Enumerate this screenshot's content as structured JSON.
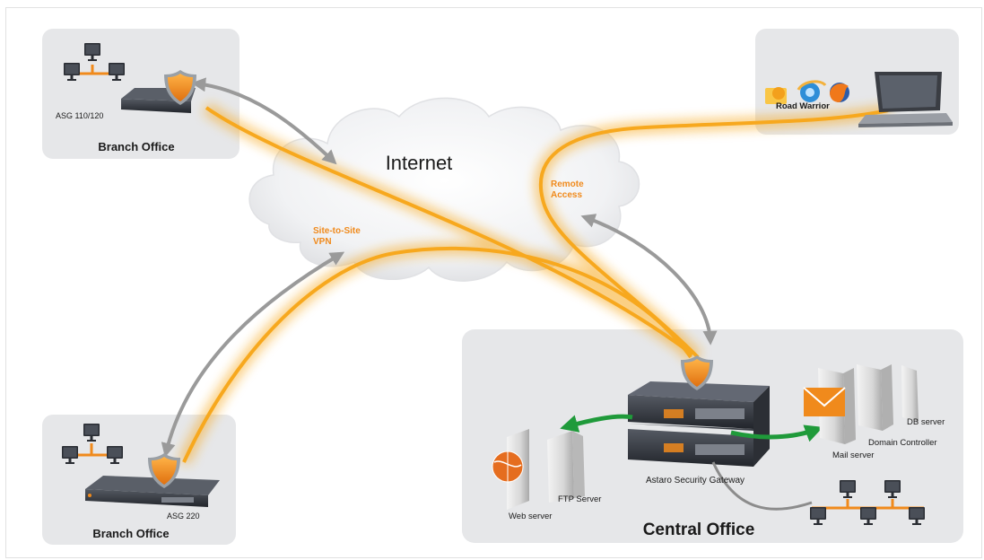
{
  "cloud": {
    "label": "Internet"
  },
  "annotations": {
    "remote_access": [
      "Remote",
      "Access"
    ],
    "site_to_site": [
      "Site-to-Site",
      "VPN"
    ]
  },
  "branch_top": {
    "title": "Branch Office",
    "device": "ASG 110/120"
  },
  "branch_bottom": {
    "title": "Branch Office",
    "device": "ASG 220"
  },
  "road_warrior": {
    "title": "Road Warrior"
  },
  "central": {
    "title": "Central Office",
    "gateway": "Astaro Security Gateway",
    "servers": {
      "db": "DB server",
      "domain": "Domain Controller",
      "mail": "Mail server",
      "ftp": "FTP Server",
      "web": "Web server"
    }
  },
  "colors": {
    "tunnel": "#f7a81e",
    "shield": "#f08a1c",
    "arrow_gray": "#9a9a9a",
    "arrow_green": "#1f9a3a",
    "panel": "#e6e7e9"
  }
}
